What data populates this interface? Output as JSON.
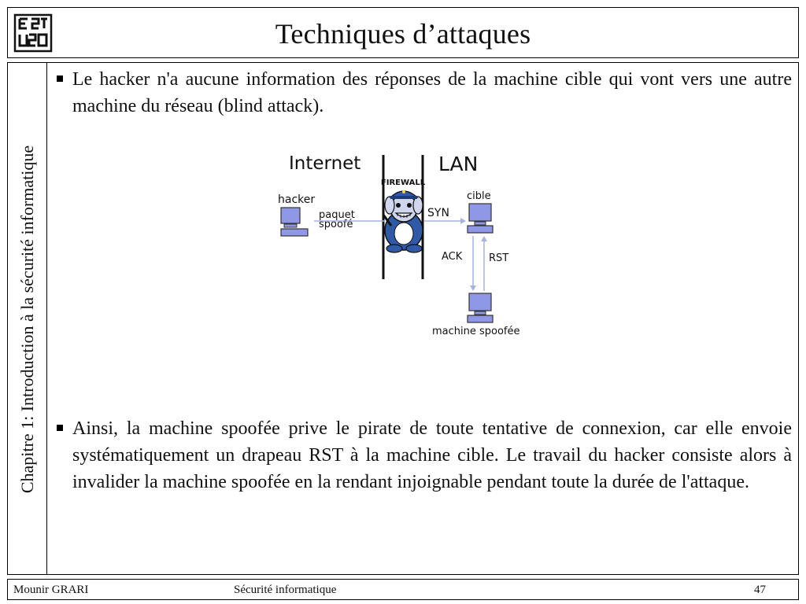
{
  "slide": {
    "title": "Techniques d’attaques",
    "sidebar_text": "Chapitre 1: Introduction à la sécurité informatique",
    "bullets": [
      "Le hacker n'a aucune information des réponses de la machine cible qui vont vers une autre machine du réseau (blind attack).",
      "Ainsi, la machine spoofée prive le pirate de toute tentative de connexion, car elle envoie systématiquement un drapeau RST à la machine cible. Le travail du hacker consiste alors à invalider la machine spoofée en la rendant injoignable pendant toute la durée de l'attaque."
    ]
  },
  "logo": {
    "icon": "estd-logo-icon",
    "letters": "ESTD"
  },
  "diagram": {
    "zone_internet": "Internet",
    "zone_lan": "LAN",
    "firewall_label": "FIREWALL",
    "hacker_label": "hacker",
    "packet_label_line1": "paquet",
    "packet_label_line2": "spoofé",
    "syn_label": "SYN",
    "target_label": "cible",
    "ack_label": "ACK",
    "rst_label": "RST",
    "spoofed_label": "machine spoofée",
    "computer_color": "#8f98e6",
    "arrow_color": "#a9b4dc",
    "mascot_color": "#2f5aa8"
  },
  "footer": {
    "author": "Mounir GRARI",
    "course": "Sécurité informatique",
    "page": "47"
  }
}
